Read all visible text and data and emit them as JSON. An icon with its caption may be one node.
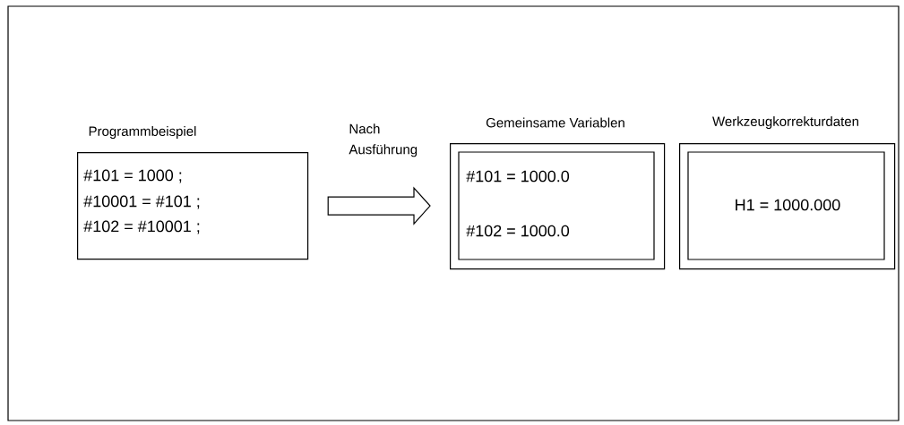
{
  "diagram": {
    "nodes": [
      {
        "text": [
          "Programmbeispiel",
          "#101 = 1000 ;",
          "#10001 = #101 ;",
          "#102 = #10001 ;"
        ]
      },
      {
        "text": [
          "Gemeinsame Variablen",
          "#101 = 1000.0",
          "#102 = 1000.0"
        ]
      },
      {
        "text": [
          "Werkzeugkorrekturdaten",
          "H1 = 1000.000"
        ]
      }
    ],
    "edges": [
      {
        "from": 0,
        "to": 1,
        "arrow": "to",
        "label": "Nach Ausführung"
      }
    ]
  }
}
